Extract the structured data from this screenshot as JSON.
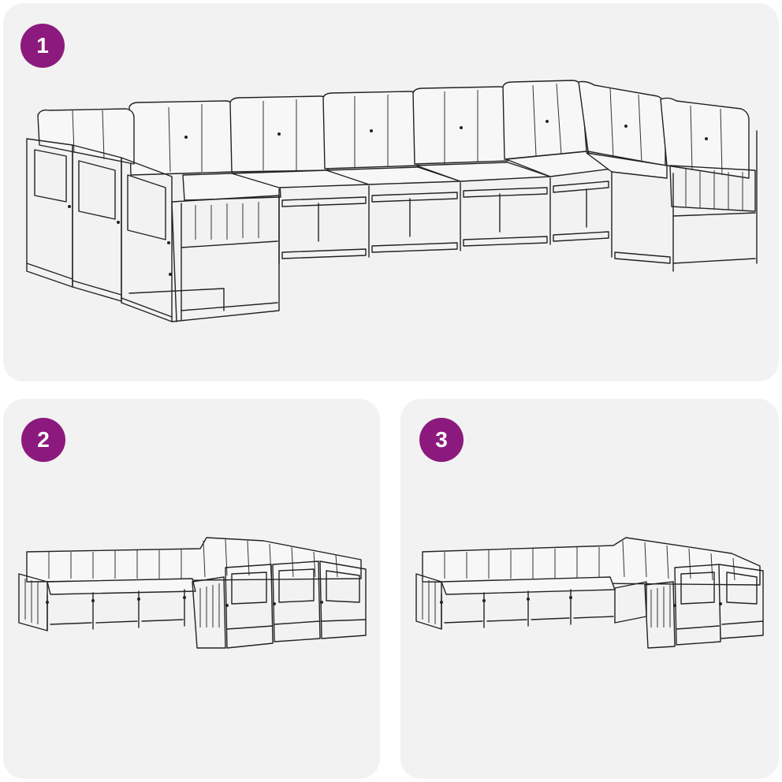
{
  "theme": {
    "panel_background": "#f2f2f2",
    "page_background": "#ffffff",
    "badge_color": "#8c1a7e",
    "line_color": "#222222"
  },
  "panels": [
    {
      "step": "1",
      "illustration": "u-shaped-sofa-set-large"
    },
    {
      "step": "2",
      "illustration": "sofa-set-configuration-a"
    },
    {
      "step": "3",
      "illustration": "sofa-set-configuration-b"
    }
  ]
}
